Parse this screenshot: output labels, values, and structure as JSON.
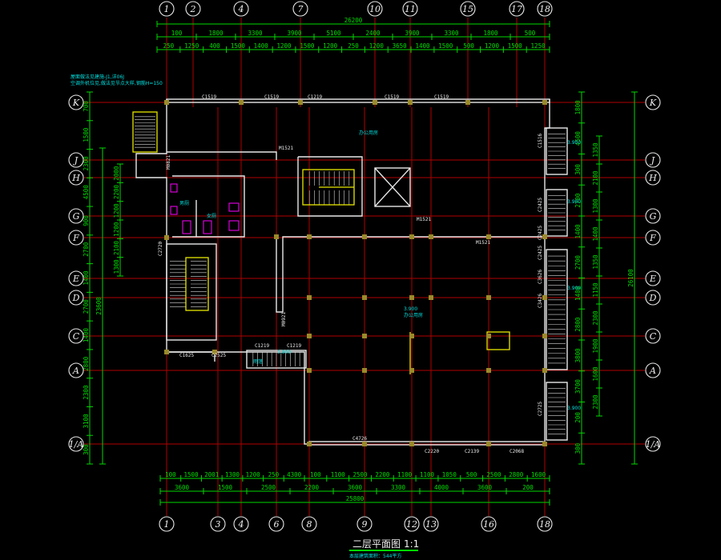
{
  "drawing": {
    "title": "二层平面图",
    "scale": "1:1",
    "area_note": "本层建筑面积：544平方",
    "colors": {
      "background": "#000000",
      "axis": "#b00000",
      "dimension": "#00d800",
      "wall": "#e8e8e8",
      "accent_wall": "#e6e600",
      "fixture": "#ff00ff",
      "note": "#00e0e0"
    }
  },
  "grid": {
    "top_axes": [
      "1",
      "2",
      "4",
      "7",
      "10",
      "11",
      "15",
      "17",
      "18"
    ],
    "bottom_axes": [
      "1",
      "3",
      "4",
      "6",
      "8",
      "9",
      "12",
      "13",
      "16",
      "18"
    ],
    "rows": [
      "K",
      "J",
      "H",
      "G",
      "F",
      "E",
      "D",
      "C",
      "A",
      "1/A"
    ]
  },
  "dimensions": {
    "top_overall": "26200",
    "top_row1": [
      "100",
      "1800",
      "3300",
      "3900",
      "5100",
      "2400",
      "3900",
      "3300",
      "1800",
      "500"
    ],
    "top_row2": [
      "250",
      "1250",
      "400",
      "1500",
      "1400",
      "1200",
      "1500",
      "1200",
      "250",
      "1200",
      "3650",
      "1400",
      "1500",
      "500",
      "1200",
      "1500",
      "1250"
    ],
    "bottom_row1": [
      "100",
      "1100",
      "2500",
      "2200",
      "1100",
      "1100",
      "1050",
      "500",
      "2500",
      "2800",
      "1600"
    ],
    "bottom_row2": [
      "100",
      "1500",
      "2001",
      "1300",
      "1200",
      "250",
      "4300"
    ],
    "bottom_row3": [
      "3600",
      "1500",
      "2500",
      "2200",
      "3600",
      "3300",
      "4000",
      "3600",
      "200"
    ],
    "bottom_overall": "25800",
    "left_col1": [
      "700",
      "1500",
      "2300",
      "4500",
      "900",
      "2700",
      "1400",
      "2700",
      "1400",
      "2800",
      "2300",
      "3100",
      "300"
    ],
    "left_col2": [
      "2000",
      "2200",
      "1200",
      "1200",
      "2100",
      "1300"
    ],
    "right_col1": [
      "1800",
      "4500",
      "300",
      "2700",
      "1400",
      "2700",
      "1400",
      "2800",
      "3800",
      "3700",
      "200",
      "300"
    ],
    "right_col2": [
      "1350",
      "2100",
      "1300",
      "1400",
      "1350",
      "1150",
      "2300",
      "1900",
      "1600",
      "2300"
    ],
    "right_overall": "26100",
    "left_overall": "23600"
  },
  "labels": {
    "windows_top": [
      "C1519",
      "C1519",
      "C1219",
      "C1519",
      "C1519"
    ],
    "door_m1521": "M1521",
    "door_m0821": "M0821",
    "door_m0921": "M0921",
    "bottom_windows": [
      "C4726",
      "C2220",
      "C2139",
      "C2068"
    ],
    "left_windows": [
      "C2720",
      "C1625",
      "C2525"
    ],
    "right_windows": [
      "C1516",
      "C2425",
      "C2425",
      "C2425",
      "C3626",
      "C3426",
      "C2725"
    ],
    "room_office": "办公用房",
    "room_toilet_m": "男厕",
    "room_toilet_f": "女厕",
    "elev_note": "3.900",
    "canopy_label": "雨篷",
    "left_note_1": "屋面做法见建施-J1,详06J",
    "left_note_2": "空调外机位见,做法见节点大样,钢筋H=150"
  }
}
